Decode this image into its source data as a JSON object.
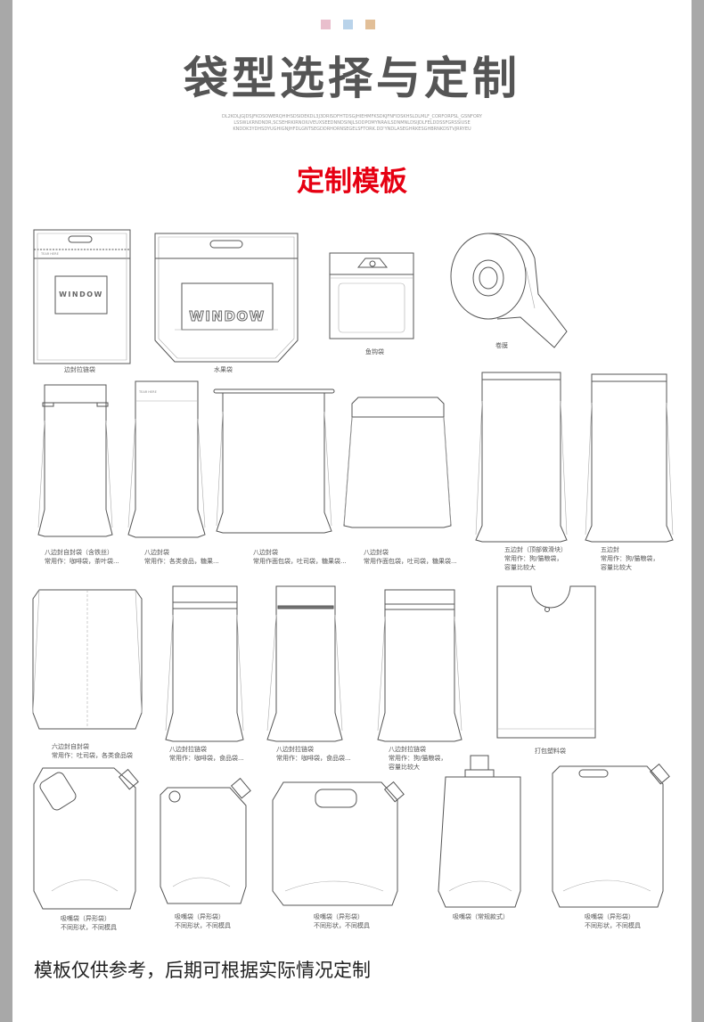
{
  "colors": {
    "dot1": "#e9bfcd",
    "dot2": "#b9d3ea",
    "dot3": "#e2bf98",
    "subtitle": "#e60012",
    "title": "#555555"
  },
  "title": "袋型选择与定制",
  "fine_print": [
    "DL2KDLJGJDSJFKDSOWERQHIHSDSIDEKDL3J3DRISDFHTDSGJHIEHMFKSDKJFNFIDSKHSLDLMLF_CORFORPSL_GSNFORY",
    "LSSWLKRNDNDR,SCSEHRKIRNOIUVEUXSEEDNNDSINJLSODPOMYNRAILSDNMNLDSIJDLFELDDSSFGRSSIUSE",
    "KNDDK3YDHSDYUGHIGNJHFDLGNTSEGDDRHORNSEGELSFTORK.DD'YNDLASEGHRKESGHBRNKDSTVJRRYEU"
  ],
  "subtitle": "定制模板",
  "templates": {
    "window_label_a": "WINDOW",
    "window_label_b": "WINDOW",
    "tiny_tag_a": "TEAR HERE",
    "tiny_tag_b": "TEAR HERE",
    "zipper_pouch": "边封拉链袋",
    "fruit_bag": "水果袋",
    "hook_bag": "鱼钩袋",
    "roll_film": "卷膜",
    "eight_side_iron": [
      "八边封自封袋（含铁丝）",
      "常用作：咖啡袋，茶叶袋..."
    ],
    "eight_side_a": [
      "八边封袋",
      "常用作：各类食品，糖果..."
    ],
    "eight_side_b": [
      "八边封袋",
      "常用作面包袋，吐司袋，糖果袋..."
    ],
    "eight_side_c": [
      "八边封袋",
      "常用作面包袋，吐司袋，糖果袋..."
    ],
    "five_side_a": [
      "五边封（顶部做滑块）",
      "常用作：狗/猫粮袋，",
      "容量比较大"
    ],
    "five_side_b": [
      "五边封",
      "常用作：狗/猫粮袋，",
      "容量比较大"
    ],
    "six_side": [
      "六边封自封袋",
      "常用作：吐司袋，各类食品袋"
    ],
    "eight_zip_a": [
      "八边封拉链袋",
      "常用作：咖啡袋，食品袋..."
    ],
    "eight_zip_b": [
      "八边封拉链袋",
      "常用作：咖啡袋，食品袋..."
    ],
    "eight_zip_c": [
      "八边封拉链袋",
      "常用作：狗/猫粮袋，",
      "容量比较大"
    ],
    "packing_bag": "打包塑料袋",
    "spout_a": [
      "吸嘴袋（异形袋）",
      "不同形状，不同模具"
    ],
    "spout_b": [
      "吸嘴袋（异形袋）",
      "不同形状，不同模具"
    ],
    "spout_c": [
      "吸嘴袋（异形袋）",
      "不同形状，不同模具"
    ],
    "spout_d": [
      "吸嘴袋（常规款式）"
    ],
    "spout_e": [
      "吸嘴袋（异形袋）",
      "不同形状，不同模具"
    ]
  },
  "footer": "模板仅供参考，后期可根据实际情况定制"
}
